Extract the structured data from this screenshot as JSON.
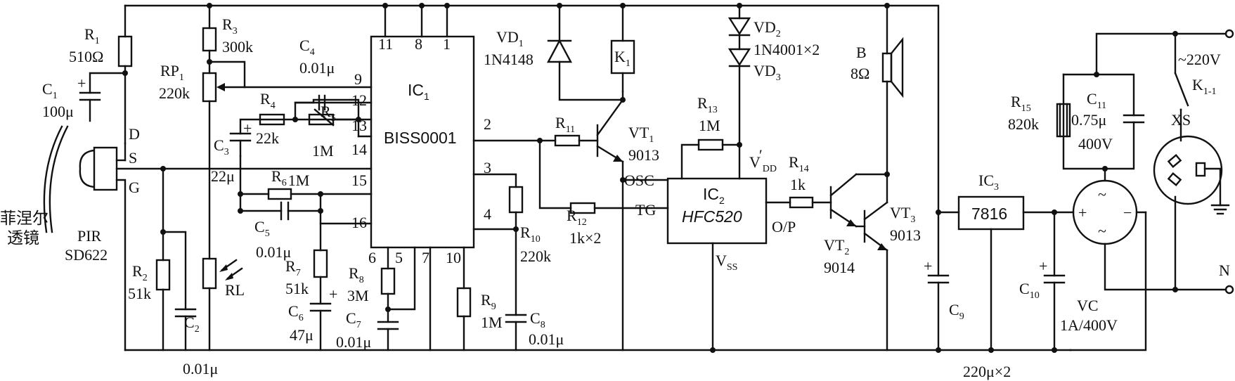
{
  "lens": {
    "label_line1": "菲涅尔",
    "label_line2": "透镜"
  },
  "pir": {
    "name": "PIR",
    "model": "SD622",
    "pin_d": "D",
    "pin_s": "S",
    "pin_g": "G"
  },
  "R1": {
    "name": "R",
    "sub": "1",
    "value": "510Ω"
  },
  "C1": {
    "name": "C",
    "sub": "1",
    "value": "100μ",
    "polarity": "+"
  },
  "R2": {
    "name": "R",
    "sub": "2",
    "value": "51k"
  },
  "C2": {
    "name": "C",
    "sub": "2",
    "value": "0.01μ"
  },
  "R3": {
    "name": "R",
    "sub": "3",
    "value": "300k"
  },
  "RP1": {
    "name": "RP",
    "sub": "1",
    "value": "220k"
  },
  "RL": {
    "name": "RL"
  },
  "C3": {
    "name": "C",
    "sub": "3",
    "value": "22μ",
    "polarity": "+"
  },
  "C4": {
    "name": "C",
    "sub": "4",
    "value": "0.01μ"
  },
  "R4": {
    "name": "R",
    "sub": "4",
    "value": "22k"
  },
  "R5": {
    "name": "R",
    "sub": "5",
    "value": "1M"
  },
  "R6": {
    "name": "R",
    "sub": "6",
    "value": "1M"
  },
  "C5": {
    "name": "C",
    "sub": "5",
    "value": "0.01μ"
  },
  "R7": {
    "name": "R",
    "sub": "7",
    "value": "51k"
  },
  "C6": {
    "name": "C",
    "sub": "6",
    "value": "47μ",
    "polarity": "+"
  },
  "R8": {
    "name": "R",
    "sub": "8",
    "value": "3M"
  },
  "C7": {
    "name": "C",
    "sub": "7",
    "value": "0.01μ"
  },
  "IC1": {
    "name": "IC",
    "sub": "1",
    "model": "BISS0001",
    "pins": [
      "11",
      "8",
      "1",
      "9",
      "12",
      "13",
      "14",
      "15",
      "16",
      "2",
      "3",
      "4",
      "6",
      "5",
      "7",
      "10"
    ]
  },
  "R9": {
    "name": "R",
    "sub": "9",
    "value": "1M"
  },
  "R10": {
    "name": "R",
    "sub": "10",
    "value": "220k"
  },
  "C8": {
    "name": "C",
    "sub": "8",
    "value": "0.01μ"
  },
  "VD1": {
    "name": "VD",
    "sub": "1",
    "model": "1N4148"
  },
  "K1": {
    "name": "K",
    "sub": "1"
  },
  "R11": {
    "name": "R",
    "sub": "11"
  },
  "R12": {
    "name": "R",
    "sub": "12",
    "value": "1k×2"
  },
  "VT1": {
    "name": "VT",
    "sub": "1",
    "model": "9013"
  },
  "VD2": {
    "name": "VD",
    "sub": "2",
    "model": "1N4001×2"
  },
  "VD3": {
    "name": "VD",
    "sub": "3"
  },
  "R13": {
    "name": "R",
    "sub": "13",
    "value": "1M"
  },
  "IC2": {
    "name": "IC",
    "sub": "2",
    "model": "HFC520",
    "pin_osc": "OSC",
    "pin_tg": "TG",
    "pin_vdd": "V",
    "pin_vdd_sub": "DD",
    "pin_vdd_prime": "′",
    "pin_vss": "V",
    "pin_vss_sub": "SS",
    "pin_op": "O/P"
  },
  "R14": {
    "name": "R",
    "sub": "14",
    "value": "1k"
  },
  "VT2": {
    "name": "VT",
    "sub": "2",
    "model": "9014"
  },
  "VT3": {
    "name": "VT",
    "sub": "3",
    "model": "9013"
  },
  "B": {
    "name": "B",
    "value": "8Ω"
  },
  "C9": {
    "name": "C",
    "sub": "9",
    "polarity": "+"
  },
  "C10": {
    "name": "C",
    "sub": "10",
    "polarity": "+"
  },
  "C9C10_value": "220μ×2",
  "IC3": {
    "name": "IC",
    "sub": "3",
    "model": "7816"
  },
  "VC": {
    "name": "VC",
    "value": "1A/400V"
  },
  "R15": {
    "name": "R",
    "sub": "15",
    "value": "820k"
  },
  "C11": {
    "name": "C",
    "sub": "11",
    "value": "0.75μ",
    "voltage": "400V"
  },
  "mains": {
    "line": "~220V",
    "neutral": "N"
  },
  "K11": {
    "name": "K",
    "sub": "1-1"
  },
  "XS": {
    "name": "XS"
  }
}
